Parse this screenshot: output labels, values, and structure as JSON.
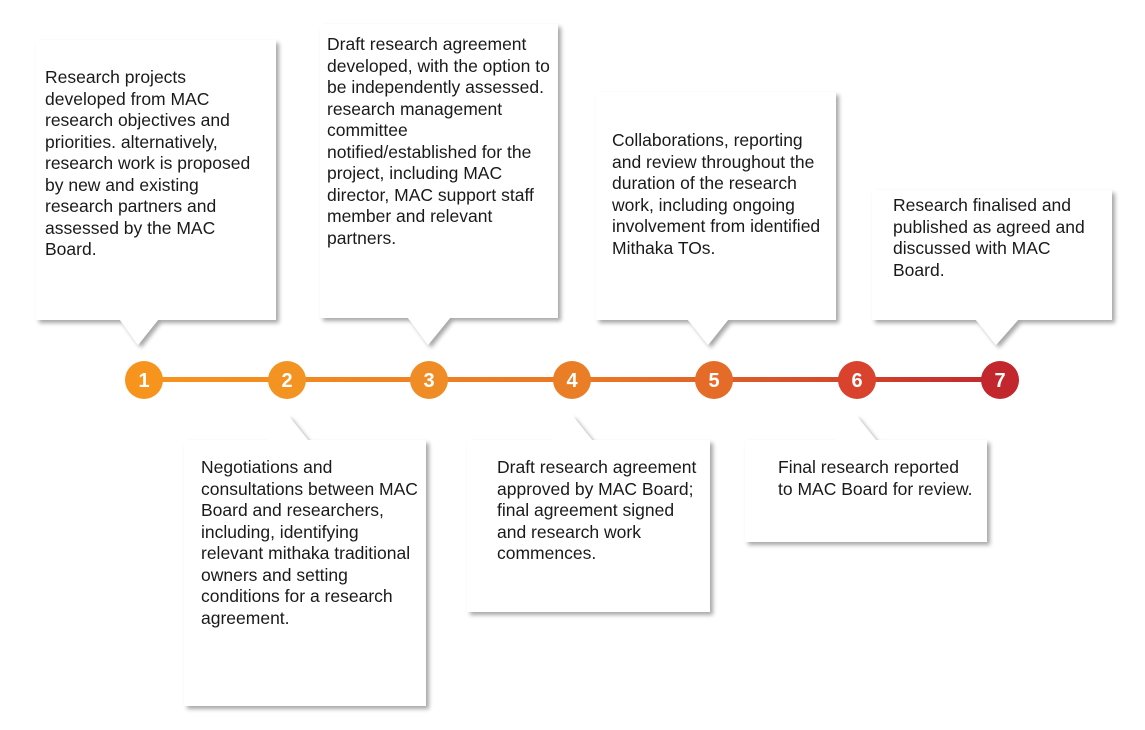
{
  "title": "Research process timeline",
  "colors": {
    "gradient_start": "#f7941d",
    "gradient_mid": "#ea7426",
    "gradient_end": "#c1272d",
    "step_colors": [
      "#f7941d",
      "#f39322",
      "#f08c25",
      "#ea7e27",
      "#e56b28",
      "#d9432e",
      "#c1272d"
    ],
    "box_shadow": "#cfcfcf",
    "text": "#1a1a1a"
  },
  "steps": [
    {
      "number": "1",
      "text": "Research projects developed from MAC research objectives and priorities. alternatively, research work is proposed by new  and existing research partners and assessed by the  MAC Board."
    },
    {
      "number": "2",
      "text": "Negotiations and consultations between MAC Board and researchers, including,  identifying relevant mithaka traditional owners and setting conditions for a research agreement."
    },
    {
      "number": "3",
      "text": "Draft research agreement developed, with the option to be independently assessed. research management committee notified/established for the  project, including MAC director, MAC support staff member and relevant partners."
    },
    {
      "number": "4",
      "text": "Draft research agreement approved by MAC Board; final agreement signed and  research work commences."
    },
    {
      "number": "5",
      "text": "Collaborations, reporting and review throughout the duration of the research work, including  ongoing involvement from identified Mithaka TOs."
    },
    {
      "number": "6",
      "text": "Final research reported to MAC Board for review."
    },
    {
      "number": "7",
      "text": "Research finalised and  published as agreed and discussed with MAC Board."
    }
  ]
}
